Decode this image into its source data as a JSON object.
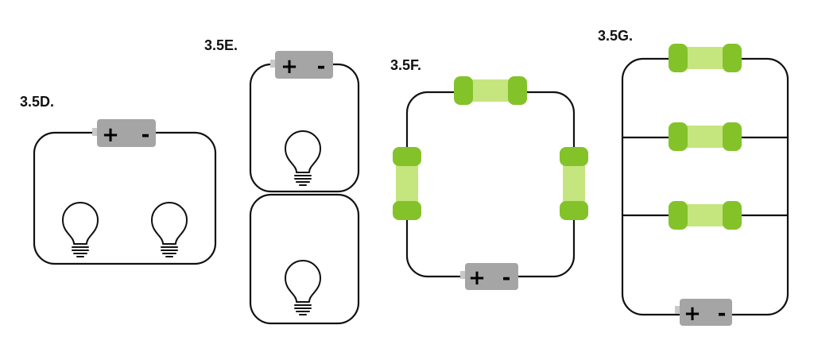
{
  "labels": {
    "d": "3.5D.",
    "e": "3.5E.",
    "f": "3.5F.",
    "g": "3.5G."
  },
  "battery": {
    "plus": "+",
    "minus": "-"
  },
  "colors": {
    "battery": "#a5a5a5",
    "resistor_cap": "#84c22a",
    "resistor_tube": "#c5e67e",
    "wire": "#111111"
  },
  "icons": [
    "battery-icon",
    "light-bulb-icon",
    "resistor-icon"
  ]
}
